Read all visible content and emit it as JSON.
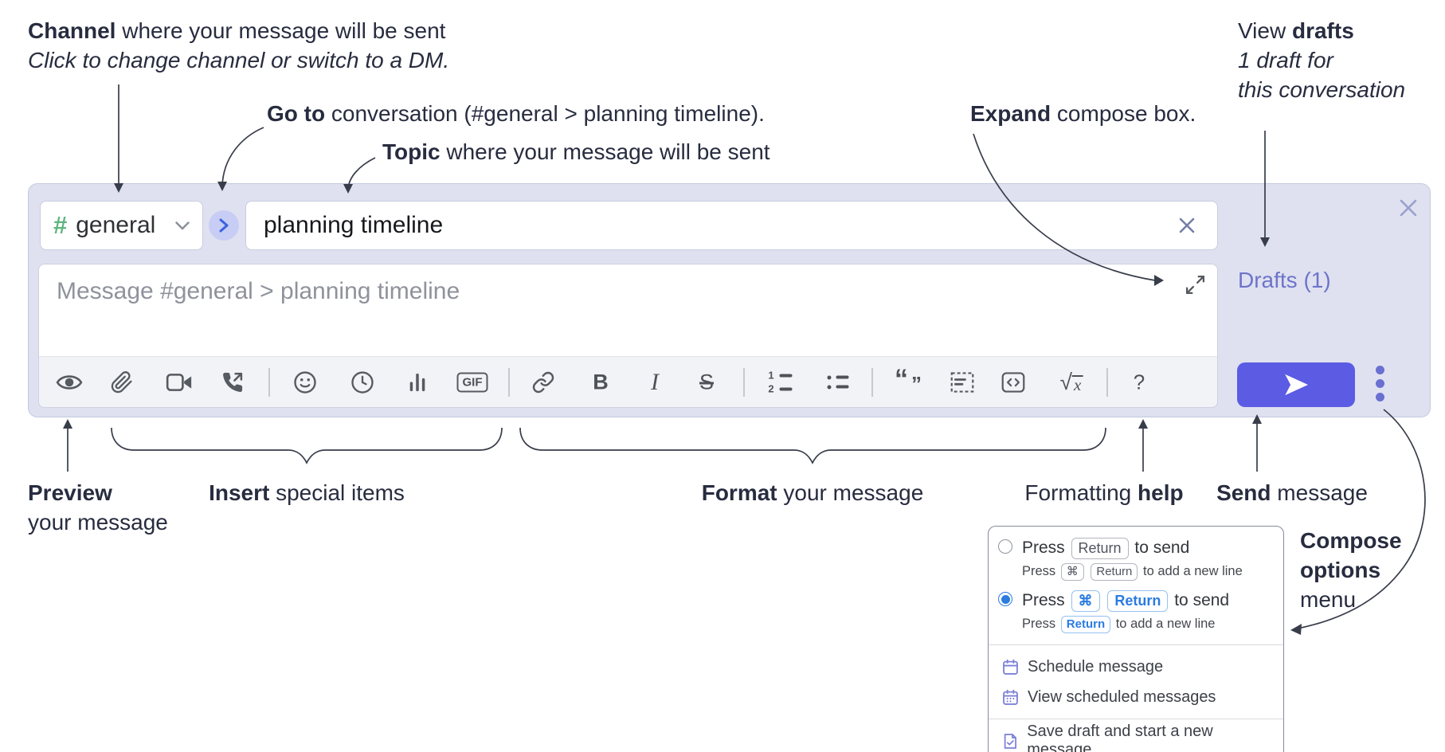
{
  "annotations": {
    "channel": {
      "bold": "Channel",
      "rest": " where your message will be sent",
      "italic": "Click to change channel or switch to a DM."
    },
    "goto": {
      "bold": "Go to",
      "rest": " conversation (#general > planning timeline)."
    },
    "topic": {
      "bold": "Topic",
      "rest": " where your message will be sent"
    },
    "expand": {
      "bold": "Expand",
      "rest": " compose box."
    },
    "view_drafts": {
      "regular": "View ",
      "bold": "drafts",
      "italic_line2": "1 draft for",
      "italic_line3": "this conversation"
    },
    "preview": {
      "bold": "Preview",
      "line2": "your message"
    },
    "insert": {
      "bold": "Insert",
      "rest": " special items"
    },
    "format": {
      "bold": "Format",
      "rest": " your message"
    },
    "formatting_help": {
      "regular": "Formatting ",
      "bold": "help"
    },
    "send": {
      "bold": "Send",
      "rest": " message"
    },
    "compose_options": {
      "line1": "Compose",
      "line2": "options",
      "line3": "menu"
    }
  },
  "compose": {
    "channel_hash": "#",
    "channel_name": "general",
    "topic_value": "planning timeline",
    "message_placeholder": "Message #general > planning timeline",
    "drafts_label": "Drafts (1)"
  },
  "toolbar": {
    "gif_label": "GIF",
    "bold_label": "B",
    "italic_label": "I",
    "strike_label": "S",
    "ol_1": "1",
    "ol_2": "2",
    "quote_open": "“",
    "quote_close": "”",
    "math_radical": "√",
    "math_x": "x",
    "help_label": "?"
  },
  "options_menu": {
    "option1": {
      "word": "Press",
      "key": "Return",
      "tail": "to send",
      "sub_word": "Press",
      "sub_key1": "⌘",
      "sub_key2": "Return",
      "sub_tail": "to add a new line"
    },
    "option2": {
      "word": "Press",
      "key1": "⌘",
      "key2": "Return",
      "tail": "to send",
      "sub_word": "Press",
      "sub_key": "Return",
      "sub_tail": "to add a new line"
    },
    "items": [
      {
        "label": "Schedule message"
      },
      {
        "label": "View scheduled messages"
      },
      {
        "label": "Save draft and start a new message"
      }
    ]
  },
  "colors": {
    "panel_bg": "#dfe1f1",
    "send_button": "#5b5ce3",
    "drafts_link": "#6e74c8",
    "hash_green": "#5fb57f",
    "radio_selected": "#2b7ce0",
    "menu_icon_purple": "#7c80d8"
  }
}
